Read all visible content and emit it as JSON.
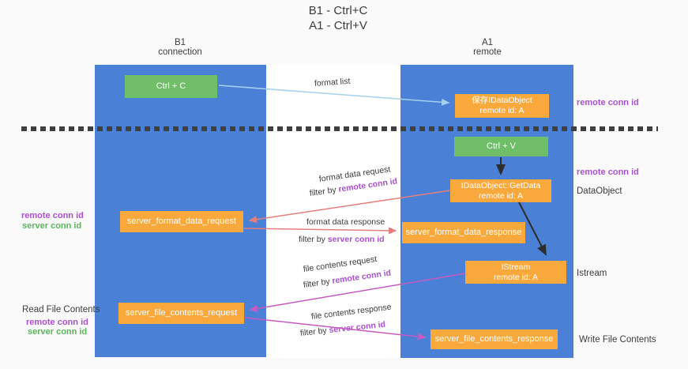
{
  "title": {
    "line1": "B1 - Ctrl+C",
    "line2": "A1 - Ctrl+V"
  },
  "columns": {
    "left": {
      "name": "B1",
      "subtitle": "connection"
    },
    "right": {
      "name": "A1",
      "subtitle": "remote"
    }
  },
  "nodes": {
    "ctrl_c": "Ctrl + C",
    "ctrl_v": "Ctrl + V",
    "save_dataobject": {
      "line1": "保存IDataObject",
      "line2": "remote id: A"
    },
    "getdata": {
      "line1": "IDataObject::GetData",
      "line2": "remote id: A"
    },
    "istream": {
      "line1": "IStream",
      "line2": "remote id: A"
    },
    "server_format_data_request": "server_format_data_request",
    "server_format_data_response": "server_format_data_response",
    "server_file_contents_request": "server_file_contents_request",
    "server_file_contents_response": "server_file_contents_response"
  },
  "flow_labels": {
    "format_list": "format list",
    "format_data_request": "format data request",
    "format_data_response": "format data response",
    "file_contents_request": "file contents request",
    "file_contents_response": "file contents response",
    "filter_by": "filter by ",
    "remote_conn_id": "remote conn id",
    "server_conn_id": "server conn id"
  },
  "side_labels": {
    "left": {
      "remote_conn_id": "remote conn id",
      "server_conn_id": "server conn id",
      "read_file_contents": "Read File Contents"
    },
    "right": {
      "remote_conn_id": "remote conn id",
      "dataobject": "DataObject",
      "istream": "Istream",
      "write_file_contents": "Write File Contents"
    }
  },
  "colors": {
    "column_blue": "#4a80d5",
    "node_orange": "#f9a93c",
    "node_green": "#6fbf68",
    "arrow_lightblue": "#a5d1ee",
    "arrow_salmon": "#e57f7e",
    "arrow_magenta": "#c75ac1",
    "arrow_black": "#2d2d2d",
    "label_purple": "#ab4fd0",
    "label_green": "#5bb65b",
    "text_dark": "#3c3c3c",
    "dashed_line": "#3f3f3f",
    "background": "#fafafa"
  }
}
